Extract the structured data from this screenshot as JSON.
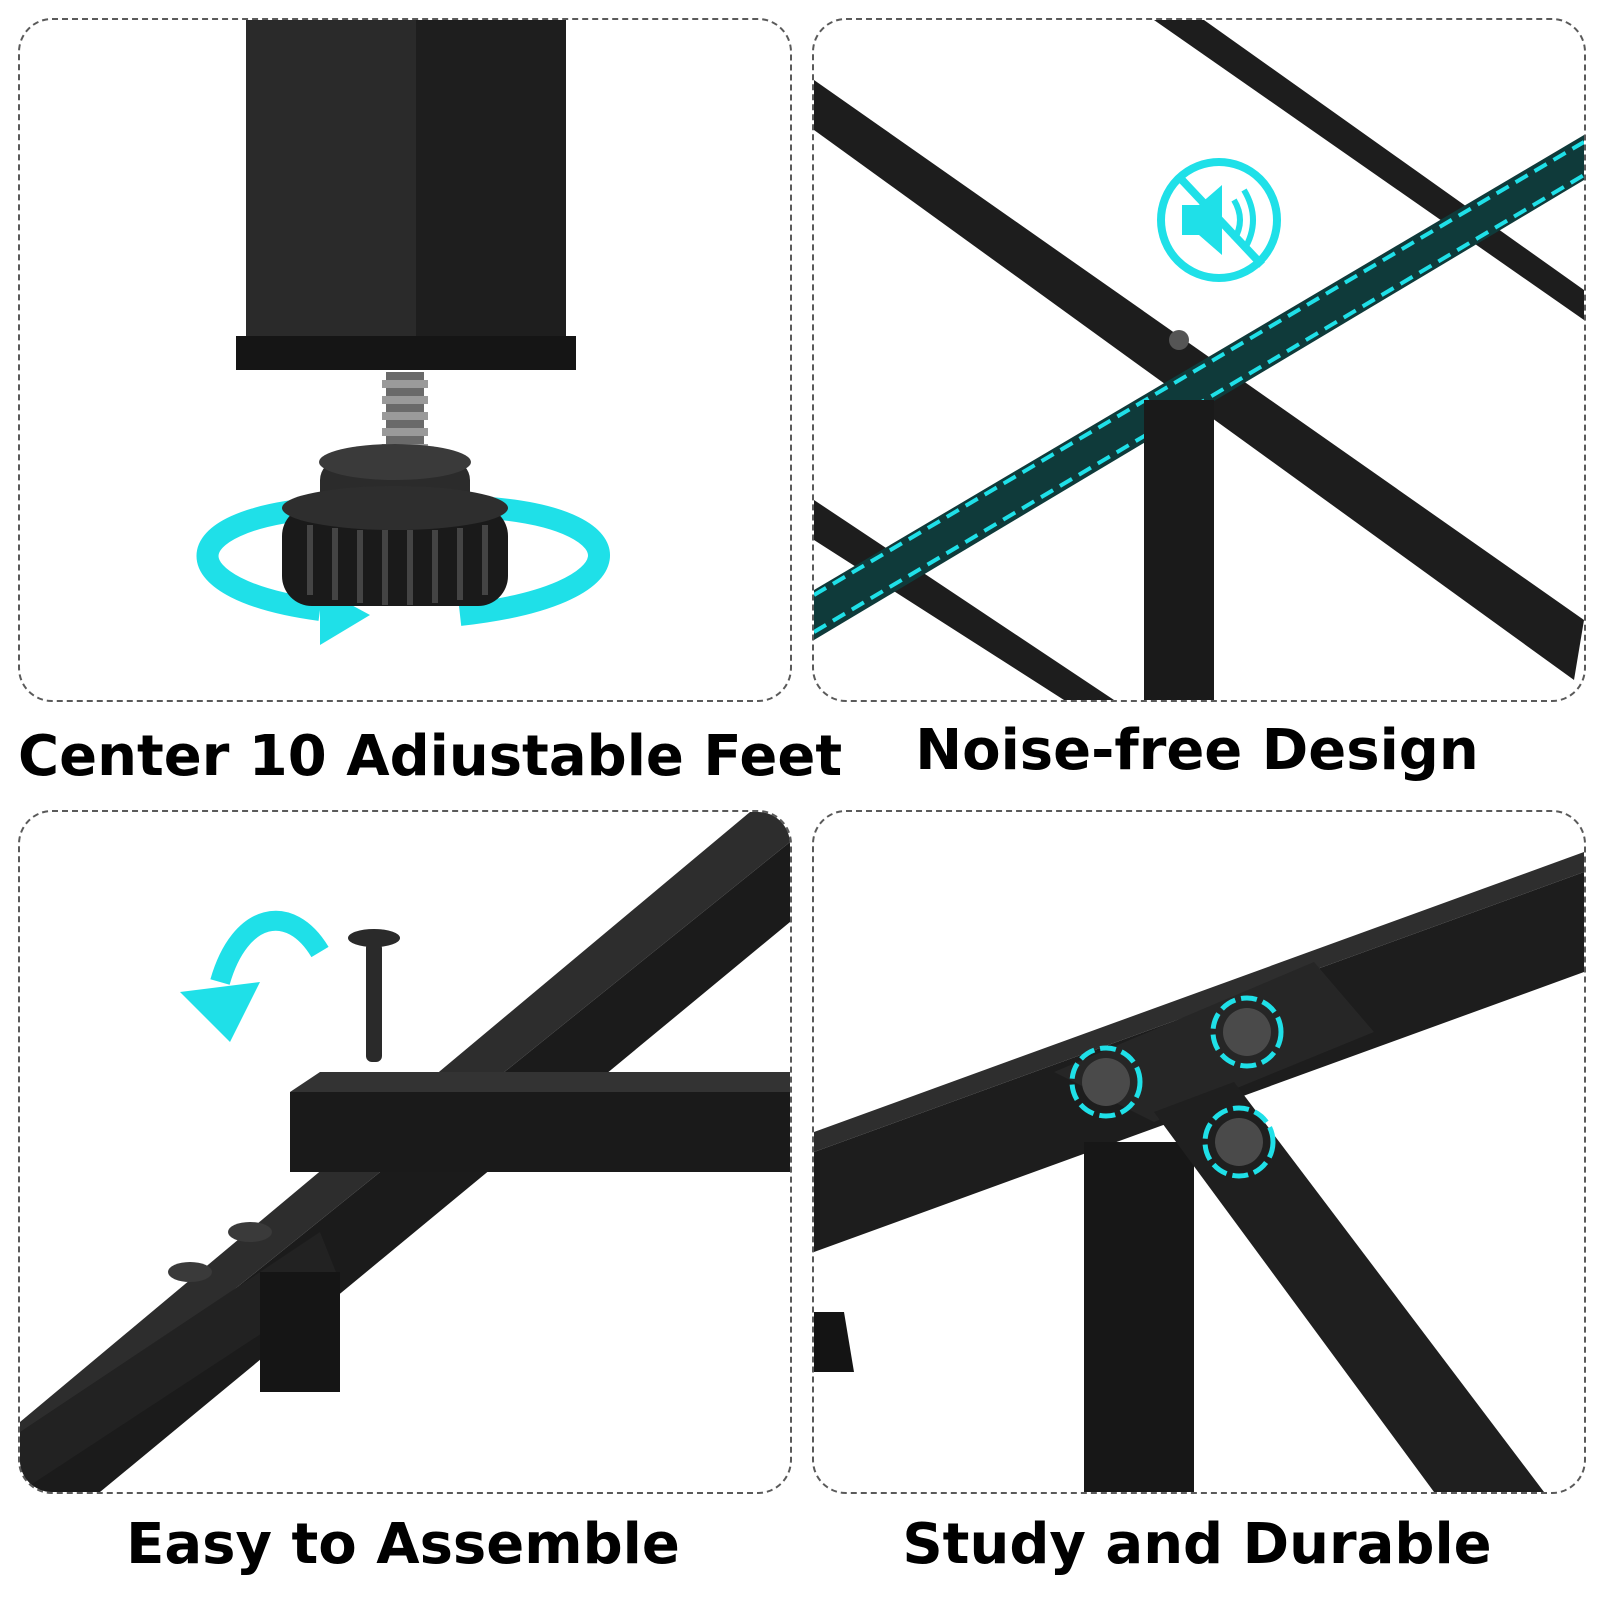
{
  "panels": [
    {
      "caption": "Center 10 Adiustable Feet",
      "icon": "rotate-arrow-icon"
    },
    {
      "caption": "Noise-free Design",
      "icon": "mute-speaker-icon"
    },
    {
      "caption": "Easy to Assemble",
      "icon": "curved-arrow-icon"
    },
    {
      "caption": "Study and Durable",
      "icon": "bolt-highlight-icon"
    }
  ],
  "colors": {
    "accent": "#1fe0e8",
    "frame": "#1c1c1c",
    "border": "#5a5a5a",
    "strip": "#0f3a3a"
  }
}
